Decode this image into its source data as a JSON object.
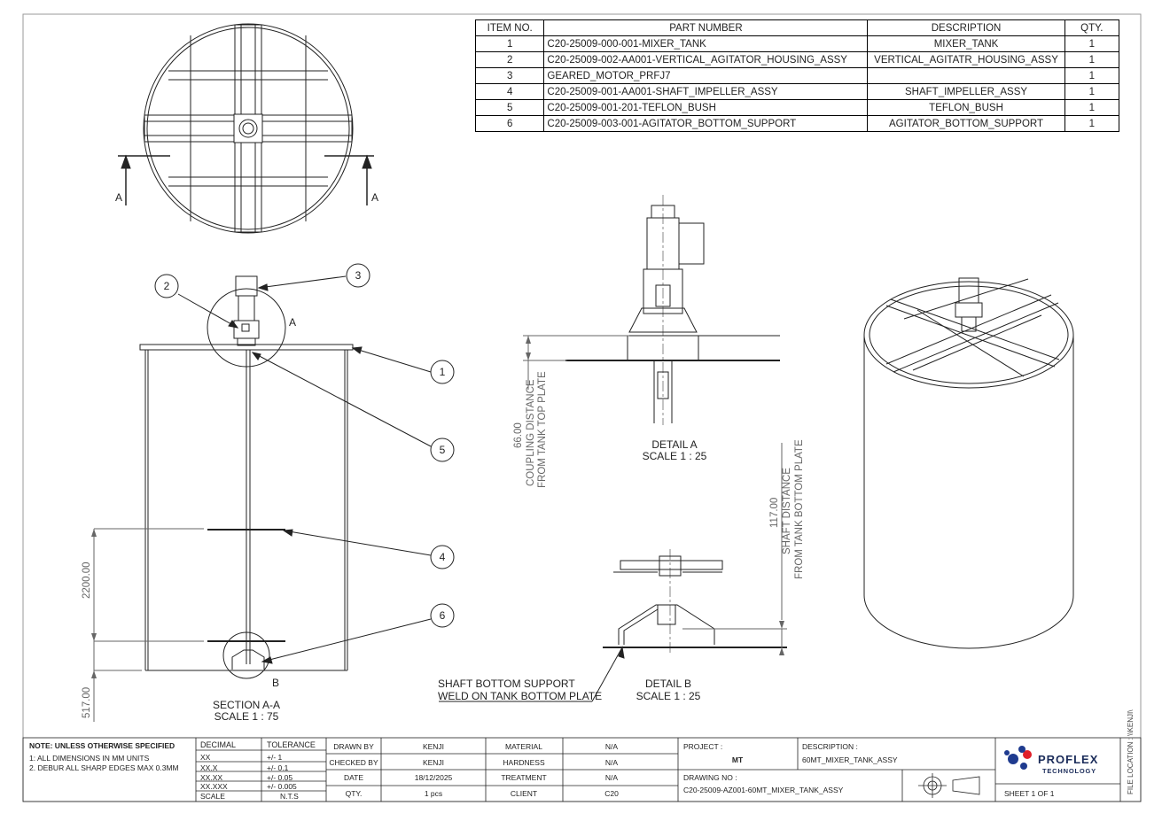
{
  "bom": {
    "headers": [
      "ITEM NO.",
      "PART NUMBER",
      "DESCRIPTION",
      "QTY."
    ],
    "rows": [
      {
        "item": "1",
        "part": "C20-25009-000-001-MIXER_TANK",
        "desc": "MIXER_TANK",
        "qty": "1"
      },
      {
        "item": "2",
        "part": "C20-25009-002-AA001-VERTICAL_AGITATOR_HOUSING_ASSY",
        "desc": "VERTICAL_AGITATR_HOUSING_ASSY",
        "qty": "1"
      },
      {
        "item": "3",
        "part": "GEARED_MOTOR_PRFJ7",
        "desc": "",
        "qty": "1"
      },
      {
        "item": "4",
        "part": "C20-25009-001-AA001-SHAFT_IMPELLER_ASSY",
        "desc": "SHAFT_IMPELLER_ASSY",
        "qty": "1"
      },
      {
        "item": "5",
        "part": "C20-25009-001-201-TEFLON_BUSH",
        "desc": "TEFLON_BUSH",
        "qty": "1"
      },
      {
        "item": "6",
        "part": "C20-25009-003-001-AGITATOR_BOTTOM_SUPPORT",
        "desc": "AGITATOR_BOTTOM_SUPPORT",
        "qty": "1"
      }
    ]
  },
  "views": {
    "section_arrow_label": "A",
    "section_title": "SECTION A-A",
    "section_scale": "SCALE 1 : 75",
    "detail_a_tag": "A",
    "detail_b_tag": "B",
    "detail_a_title": "DETAIL A",
    "detail_a_scale": "SCALE 1 : 25",
    "detail_b_title": "DETAIL B",
    "detail_b_scale": "SCALE 1 : 25",
    "weld_note_line1": "SHAFT BOTTOM SUPPORT",
    "weld_note_line2": "WELD ON TANK BOTTOM PLATE"
  },
  "balloons": [
    "1",
    "2",
    "3",
    "4",
    "5",
    "6"
  ],
  "dimensions": {
    "impeller_spacing": "2200.00",
    "bottom_clearance": "517.00",
    "coupling_value": "66.00",
    "coupling_label_1": "COUPLING DISTANCE",
    "coupling_label_2": "FROM TANK TOP PLATE",
    "shaft_value": "117.00",
    "shaft_label_1": "SHAFT DISTANCE",
    "shaft_label_2": "FROM TANK BOTTOM PLATE"
  },
  "title_block": {
    "note_title": "NOTE: UNLESS OTHERWISE SPECIFIED",
    "note_1": "1: ALL DIMENSIONS IN MM UNITS",
    "note_2": "2. DEBUR ALL SHARP EDGES MAX 0.3MM",
    "decimal_header": "DECIMAL",
    "tolerance_header": "TOLERANCE",
    "tolerances": [
      {
        "decimal": "XX",
        "tol": "+/- 1"
      },
      {
        "decimal": "XX.X",
        "tol": "+/- 0.1"
      },
      {
        "decimal": "XX.XX",
        "tol": "+/- 0.05"
      },
      {
        "decimal": "XX.XXX",
        "tol": "+/- 0.005"
      }
    ],
    "scale_label": "SCALE",
    "scale_value": "N.T.S",
    "drawn_by_label": "DRAWN BY",
    "drawn_by": "KENJI",
    "checked_by_label": "CHECKED BY",
    "checked_by": "KENJI",
    "date_label": "DATE",
    "date": "18/12/2025",
    "qty_label": "QTY.",
    "qty": "1 pcs",
    "material_label": "MATERIAL",
    "material": "N/A",
    "hardness_label": "HARDNESS",
    "hardness": "N/A",
    "treatment_label": "TREATMENT",
    "treatment": "N/A",
    "client_label": "CLIENT",
    "client": "C20",
    "project_label": "PROJECT :",
    "project": "MT",
    "description_label": "DESCRIPTION :",
    "description": "60MT_MIXER_TANK_ASSY",
    "drawing_no_label": "DRAWING NO :",
    "drawing_no": "C20-25009-AZ001-60MT_MIXER_TANK_ASSY",
    "sheet": "SHEET 1 OF 1",
    "logo_name": "PROFLEX",
    "logo_sub": "TECHNOLOGY",
    "file_location": "FILE LOCATION : \\\\KENJI\\"
  },
  "colors": {
    "line": "#222222",
    "dim": "#666666",
    "logo_blue": "#1f3b8f",
    "logo_red": "#e0202a"
  }
}
